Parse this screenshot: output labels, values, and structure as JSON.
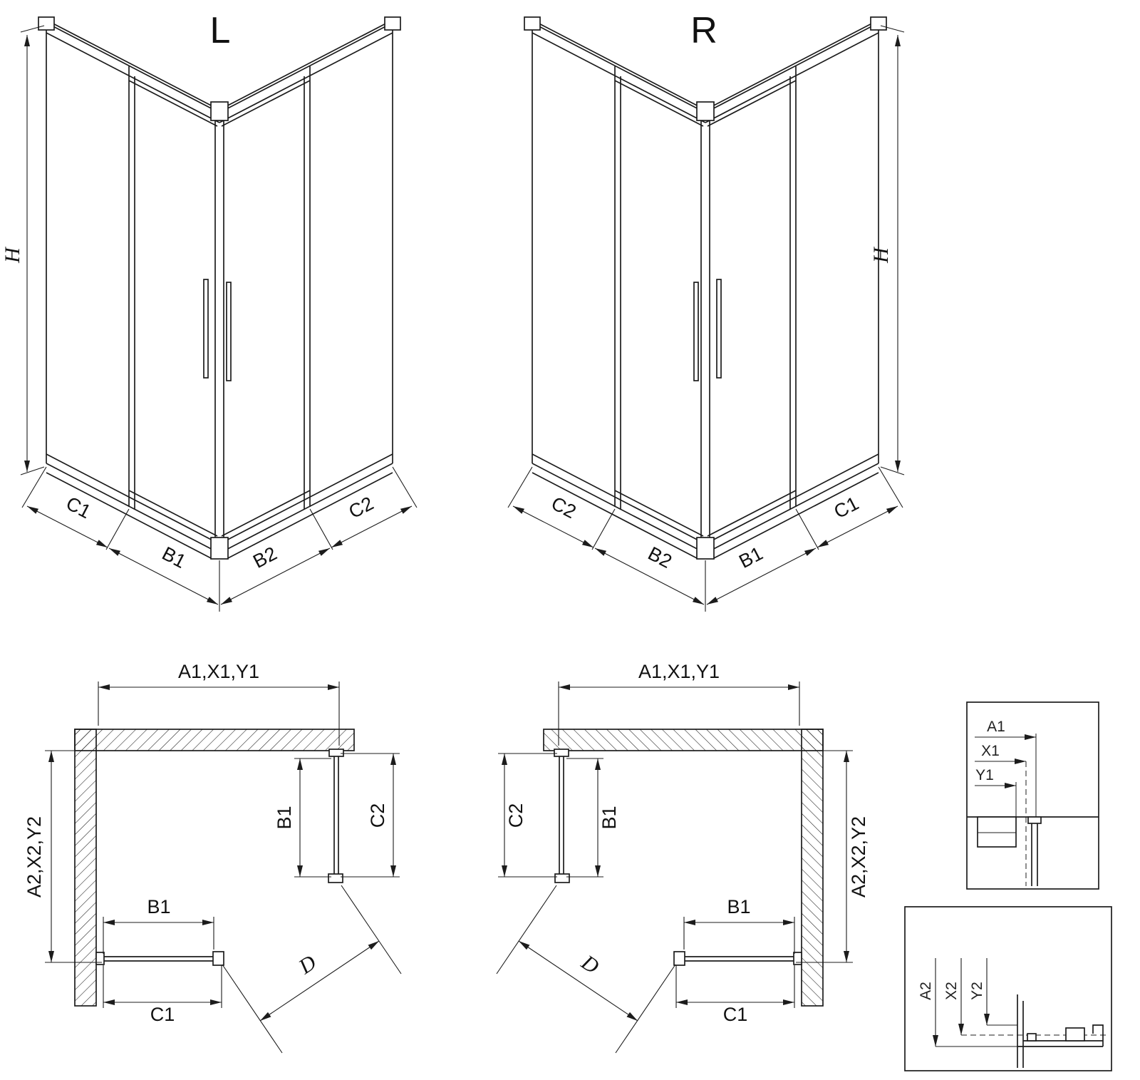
{
  "drawing": {
    "background": "#ffffff",
    "line_color": "#1c1c1c",
    "iso_left": {
      "view_label": "L",
      "height": "H",
      "c1": "C1",
      "b1": "B1",
      "b2": "B2",
      "c2": "C2"
    },
    "iso_right": {
      "view_label": "R",
      "height": "H",
      "c1": "C1",
      "b1": "B1",
      "b2": "B2",
      "c2": "C2"
    },
    "plan_left": {
      "width_top": "A1,X1,Y1",
      "depth_side": "A2,X2,Y2",
      "door_b1": "B1",
      "panel_c2": "C2",
      "bottom_b1": "B1",
      "bottom_c1": "C1",
      "diagonal": "D"
    },
    "plan_right": {
      "width_top": "A1,X1,Y1",
      "depth_side": "A2,X2,Y2",
      "door_b1": "B1",
      "panel_c2": "C2",
      "bottom_b1": "B1",
      "bottom_c1": "C1",
      "diagonal": "D"
    },
    "detail_top": {
      "a1": "A1",
      "x1": "X1",
      "y1": "Y1"
    },
    "detail_bottom": {
      "a2": "A2",
      "x2": "X2",
      "y2": "Y2"
    }
  }
}
